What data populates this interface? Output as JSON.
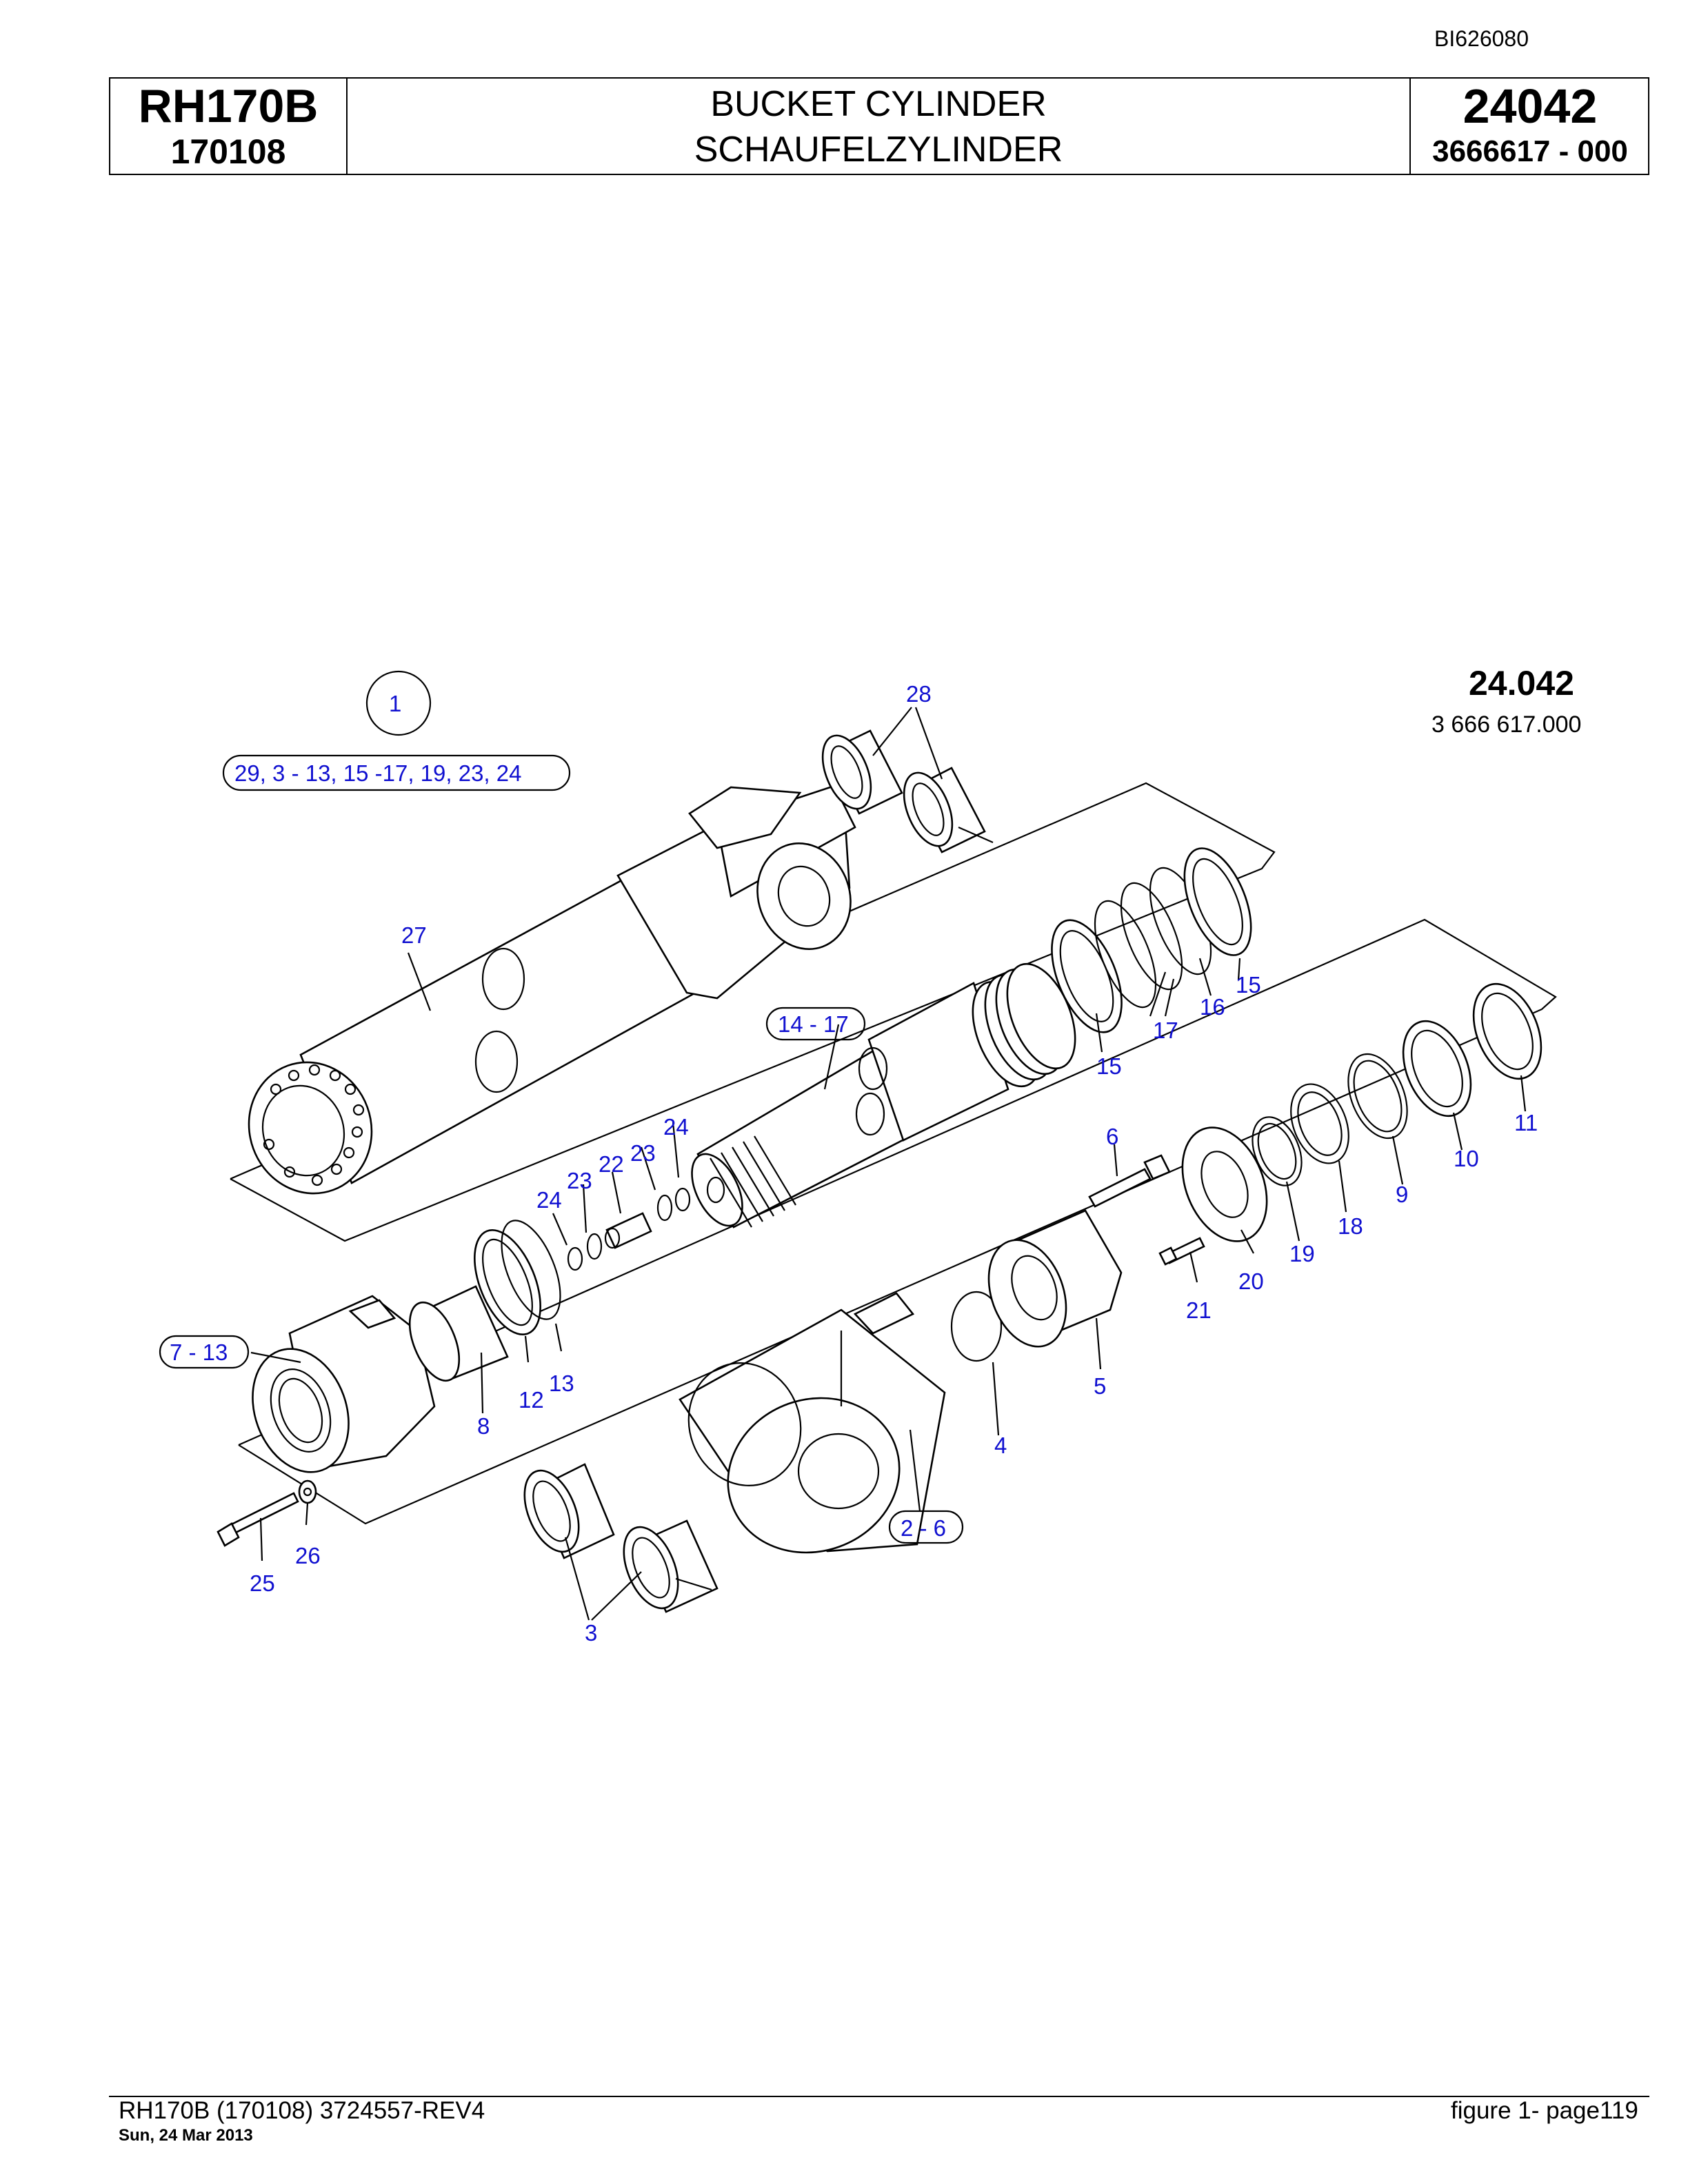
{
  "doc_id": "BI626080",
  "title_block": {
    "model": "RH170B",
    "serial": "170108",
    "title_en": "BUCKET CYLINDER",
    "title_de": "SCHAUFELZYLINDER",
    "figure_number": "24042",
    "part_number": "3666617  - 000"
  },
  "page_ref": {
    "number": "24.042",
    "part": "3 666 617.000"
  },
  "callouts": {
    "assembly": "1",
    "assembly_contents": "29, 3 - 13, 15 -17, 19, 23, 24",
    "piston_rod_group": "14 - 17",
    "cylinder_head_group": "7 - 13",
    "rod_eye_group": "2 - 6",
    "items": {
      "i3": "3",
      "i4": "4",
      "i5": "5",
      "i6": "6",
      "i8": "8",
      "i9": "9",
      "i10": "10",
      "i11": "11",
      "i12": "12",
      "i13": "13",
      "i15a": "15",
      "i15b": "15",
      "i16": "16",
      "i17": "17",
      "i18": "18",
      "i19": "19",
      "i20": "20",
      "i21": "21",
      "i22": "22",
      "i23a": "23",
      "i23b": "23",
      "i24a": "24",
      "i24b": "24",
      "i25": "25",
      "i26": "26",
      "i27": "27",
      "i28": "28"
    }
  },
  "footer": {
    "left": "RH170B (170108) 3724557-REV4",
    "date": "Sun, 24 Mar 2013",
    "right": "figure  1- page119"
  }
}
